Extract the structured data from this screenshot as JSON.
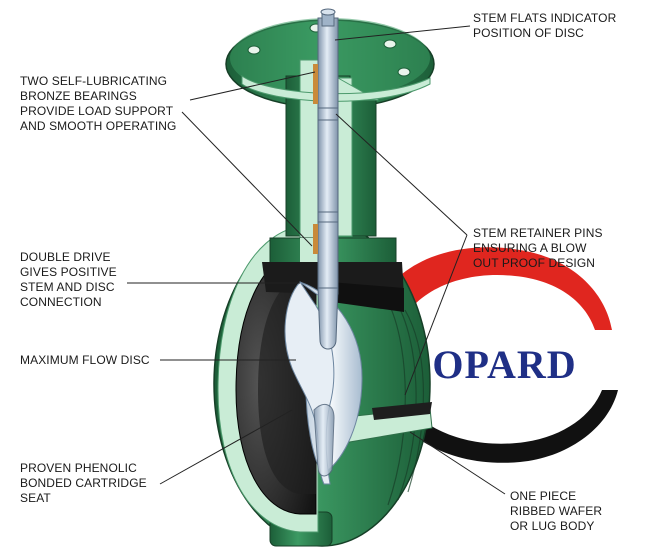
{
  "labels": {
    "stem_flats": [
      "STEM FLATS INDICATOR",
      "POSITION OF DISC"
    ],
    "bearings": [
      "TWO SELF-LUBRICATING",
      "BRONZE BEARINGS",
      "PROVIDE LOAD SUPPORT",
      "AND SMOOTH OPERATING"
    ],
    "double_drive": [
      "DOUBLE DRIVE",
      "GIVES POSITIVE",
      "STEM AND DISC",
      "CONNECTION"
    ],
    "retainer_pins": [
      "STEM RETAINER PINS",
      "ENSURING A BLOW",
      "OUT PROOF DESIGN"
    ],
    "max_flow": [
      "MAXIMUM FLOW DISC"
    ],
    "phenolic_seat": [
      "PROVEN PHENOLIC",
      "BONDED CARTRIDGE",
      "SEAT"
    ],
    "body": [
      "ONE PIECE",
      "RIBBED WAFER",
      "OR LUG BODY"
    ]
  },
  "logo": {
    "text": "LEOPARD",
    "colors": {
      "text": "#1f2f86",
      "upper_arc": "#e0261f",
      "lower_arc": "#111111"
    }
  },
  "colors": {
    "body_green": "#2e8b55",
    "body_dark": "#1c5e38",
    "body_light": "#5fb783",
    "cut_face": "#c9ecd6",
    "seat": "#2a2a2a",
    "disc": "#dfe9f2",
    "stem": "#9fb3c8",
    "bronze": "#c98a3a"
  }
}
